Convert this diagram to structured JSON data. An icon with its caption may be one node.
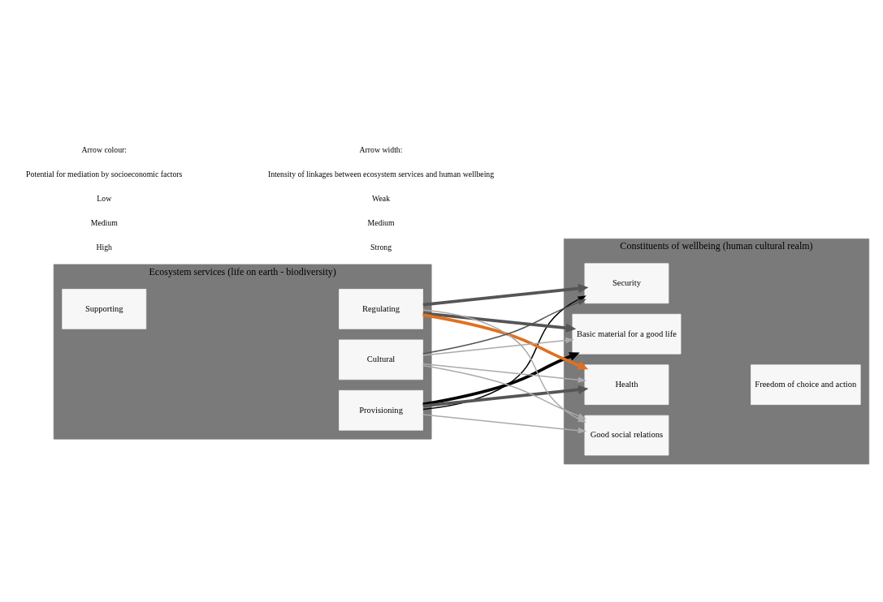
{
  "diagram": {
    "nodes": [
      {
        "text": [
          "Ecosystem services (life on earth - biodiversity)"
        ]
      },
      {
        "text": [
          "Supporting"
        ],
        "in": 0
      },
      {
        "text": [
          "Provisioning"
        ],
        "in": 0
      },
      {
        "text": [
          "Regulating"
        ],
        "in": 0
      },
      {
        "text": [
          "Cultural"
        ],
        "in": 0
      },
      {
        "text": [
          "Constituents of wellbeing (human cultural realm)"
        ]
      },
      {
        "text": [
          "Security"
        ],
        "in": 5
      },
      {
        "text": [
          "Basic material for a good life"
        ],
        "in": 5
      },
      {
        "text": [
          "Health"
        ],
        "in": 5
      },
      {
        "text": [
          "Good social relations"
        ],
        "in": 5
      },
      {
        "text": [
          "Freedom of choice and action"
        ],
        "in": 5
      }
    ],
    "edges": [
      {
        "from": 2,
        "to": 6,
        "arrow": "to",
        "color": "#000000"
      },
      {
        "from": 2,
        "to": 7,
        "arrow": "to",
        "style": "thick",
        "color": "#000000"
      },
      {
        "from": 2,
        "to": 8,
        "arrow": "to",
        "style": "thick",
        "color": "#555555"
      },
      {
        "from": 2,
        "to": 9,
        "arrow": "to"
      },
      {
        "from": 3,
        "to": 6,
        "arrow": "to",
        "style": "thick",
        "color": "#555555"
      },
      {
        "from": 3,
        "to": 7,
        "arrow": "to",
        "style": "thick",
        "color": "#555555"
      },
      {
        "from": 3,
        "to": 8,
        "arrow": "to",
        "style": "thick",
        "color": "#e07020"
      },
      {
        "from": 3,
        "to": 9,
        "arrow": "to"
      },
      {
        "from": 4,
        "to": 6,
        "arrow": "to",
        "color": "#555555"
      },
      {
        "from": 4,
        "to": 7,
        "arrow": "to"
      },
      {
        "from": 4,
        "to": 8,
        "arrow": "to"
      },
      {
        "from": 4,
        "to": 9,
        "arrow": "to"
      }
    ],
    "labels": [
      "Arrow colour:",
      "Potential for mediation by socioeconomic factors",
      "Arrow width:",
      "Intensity of linkages between ecosystem services and human wellbeing"
    ],
    "legend": [
      {
        "text": "Low"
      },
      {
        "text": "Medium"
      },
      {
        "text": "High"
      },
      {
        "text": "Weak"
      },
      {
        "text": "Medium"
      },
      {
        "text": "Strong"
      }
    ]
  }
}
